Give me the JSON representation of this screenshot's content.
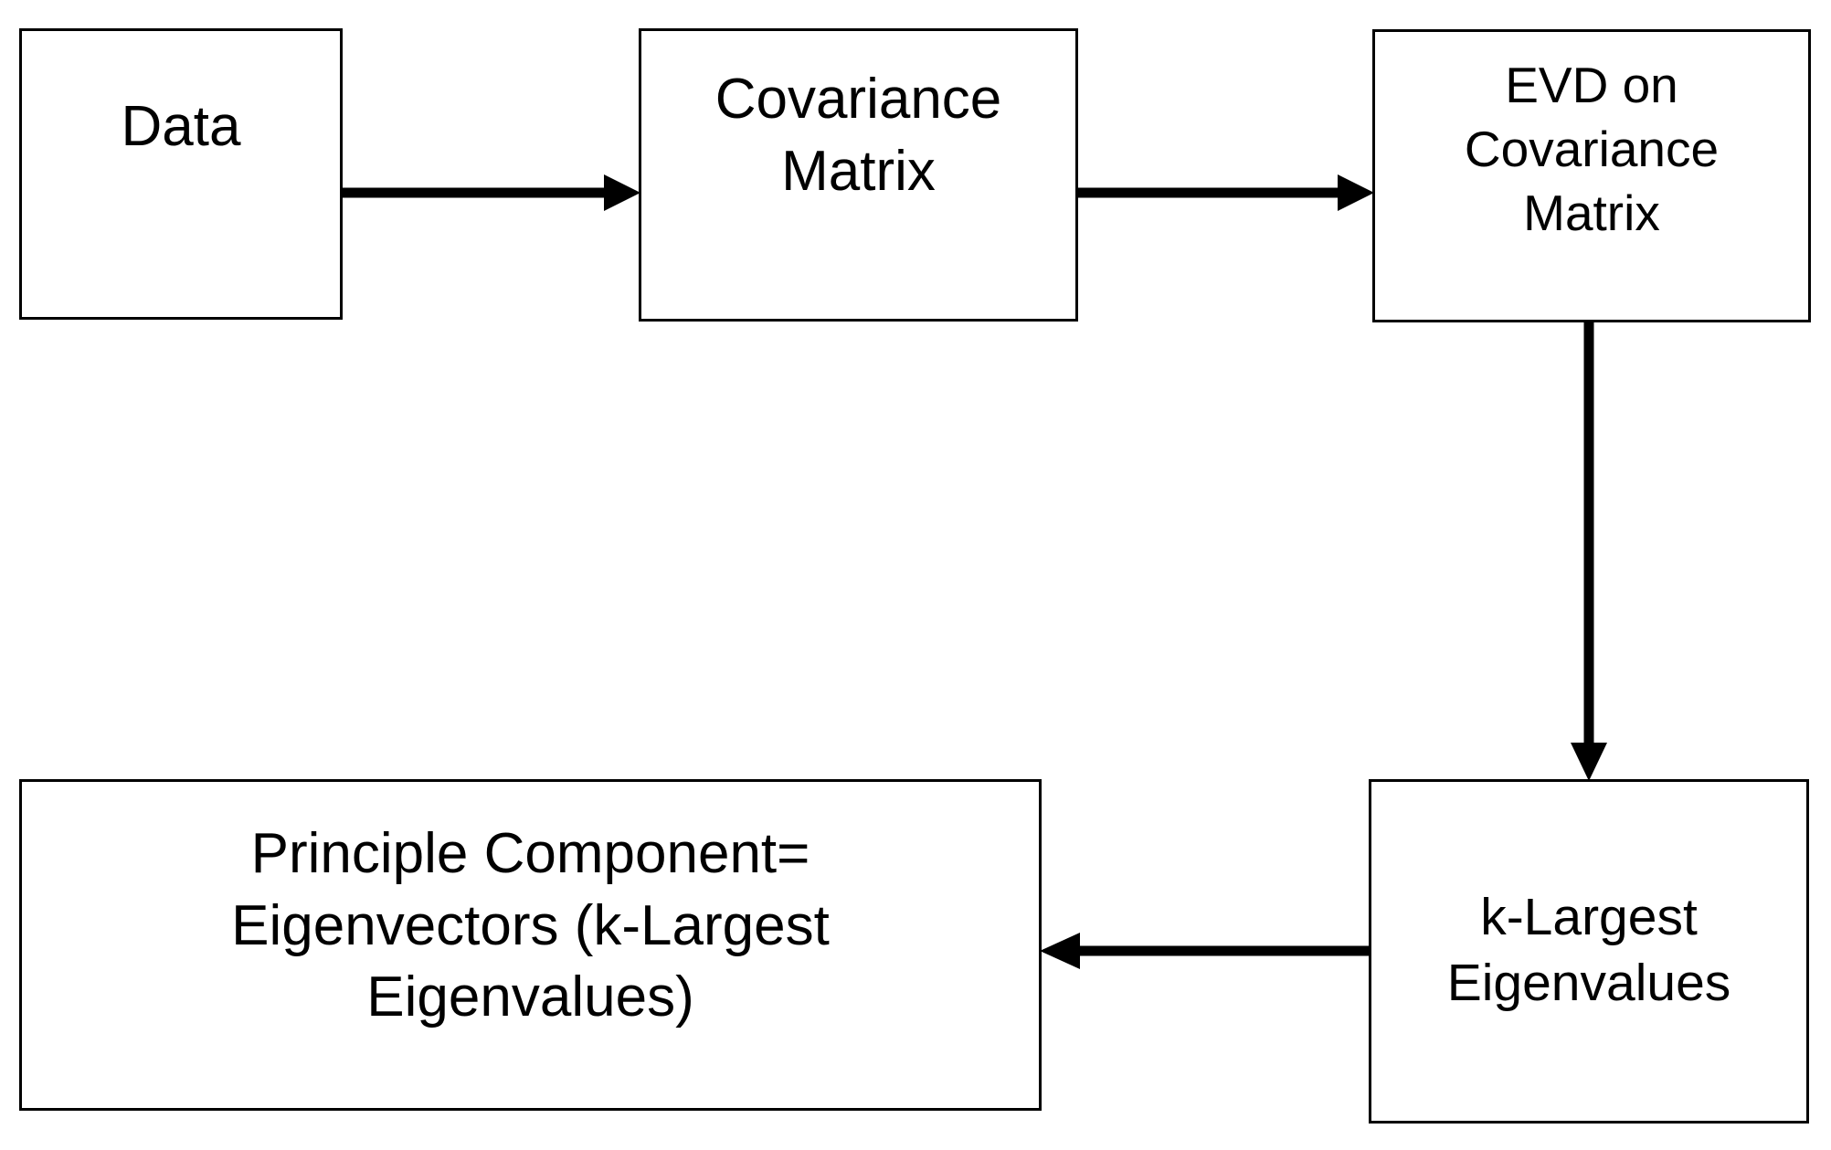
{
  "diagram": {
    "title": "PCA pipeline flowchart",
    "background_color": "#ffffff",
    "stroke_color": "#000000",
    "nodes": [
      {
        "id": "data",
        "lines": [
          "Data"
        ],
        "shape": "rectangle"
      },
      {
        "id": "covariance",
        "lines": [
          "Covariance",
          "Matrix"
        ],
        "shape": "rectangle"
      },
      {
        "id": "evd",
        "lines": [
          "EVD on",
          "Covariance",
          "Matrix"
        ],
        "shape": "rectangle"
      },
      {
        "id": "principle",
        "lines": [
          "Principle Component=",
          "Eigenvectors (k-Largest",
          "Eigenvalues)"
        ],
        "shape": "rectangle"
      },
      {
        "id": "klargest",
        "lines": [
          "k-Largest",
          "Eigenvalues"
        ],
        "shape": "rectangle"
      }
    ],
    "edges": [
      {
        "id": "data-to-covariance",
        "from": "data",
        "to": "covariance",
        "direction": "right",
        "label": ""
      },
      {
        "id": "covariance-to-evd",
        "from": "covariance",
        "to": "evd",
        "direction": "right",
        "label": ""
      },
      {
        "id": "evd-to-klargest",
        "from": "evd",
        "to": "klargest",
        "direction": "down",
        "label": ""
      },
      {
        "id": "klargest-to-principle",
        "from": "klargest",
        "to": "principle",
        "direction": "left",
        "label": ""
      }
    ]
  }
}
